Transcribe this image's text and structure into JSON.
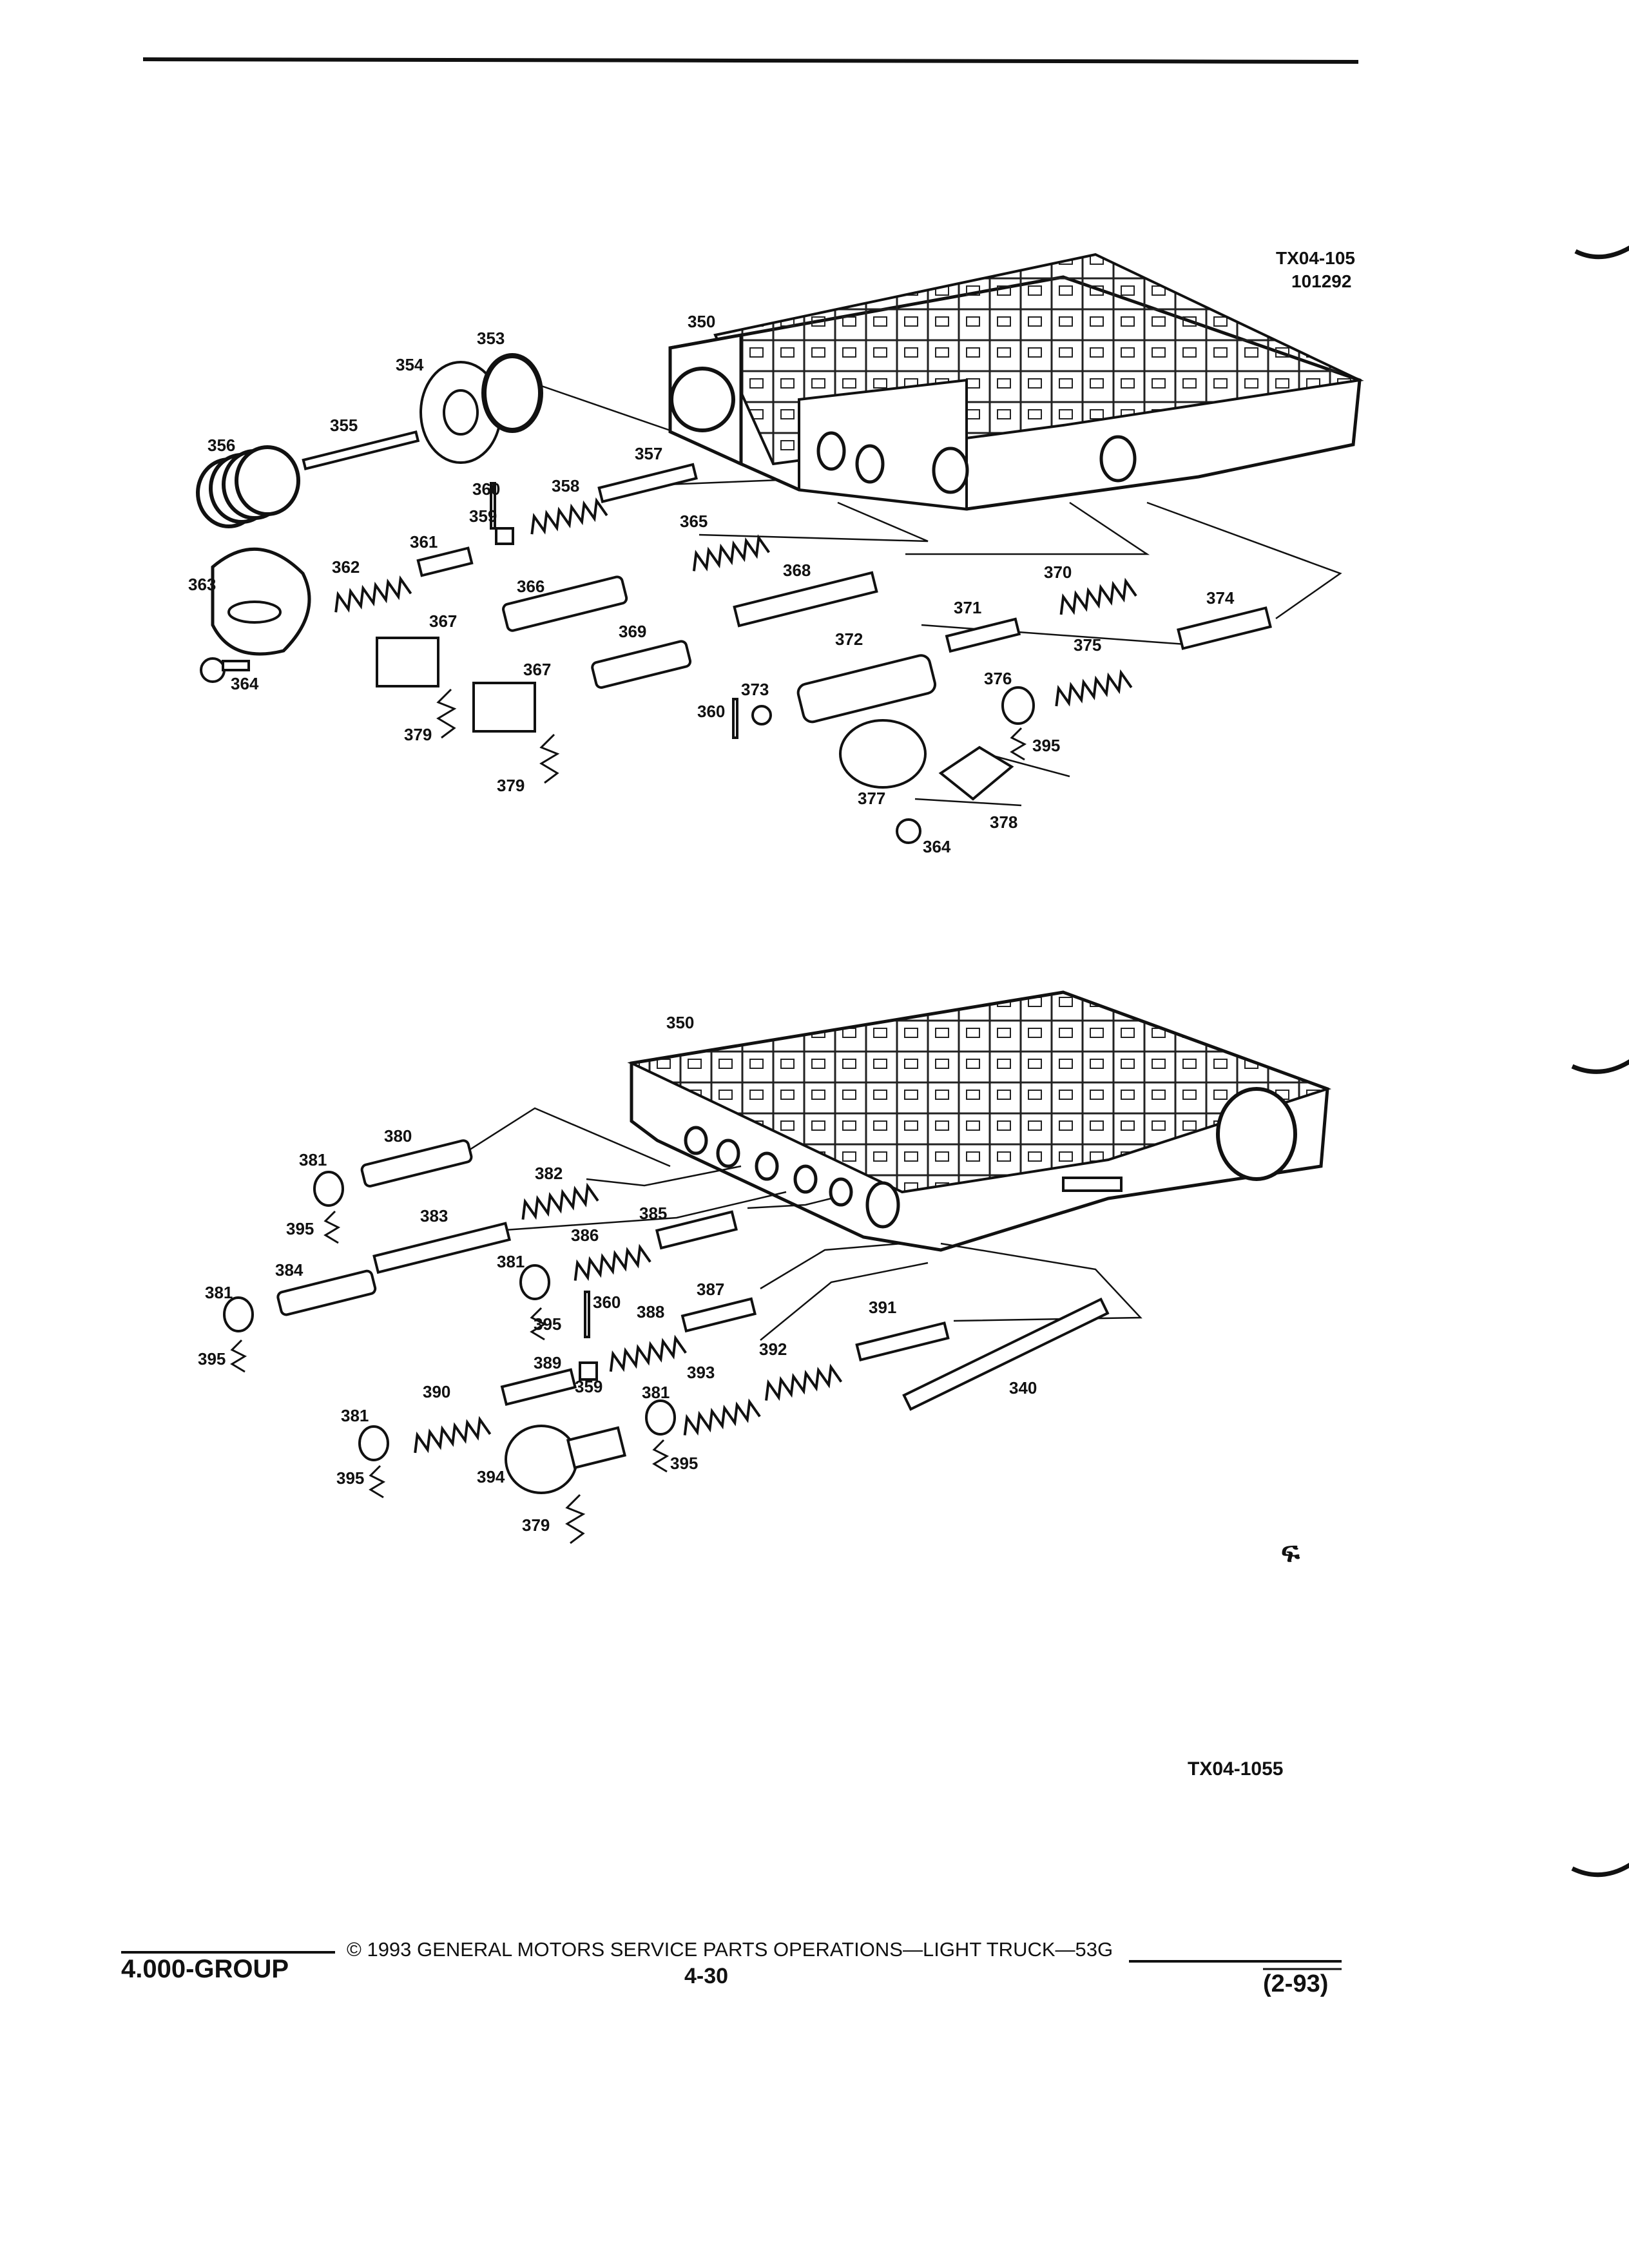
{
  "header": {
    "figure_id_top": "TX04-105",
    "figure_date_top": "101292"
  },
  "figure_bottom": {
    "figure_id": "TX04-1055"
  },
  "mark": {
    "glyph": "ፍ"
  },
  "footer": {
    "group": "4.000-GROUP",
    "copyright": "© 1993  GENERAL MOTORS SERVICE PARTS OPERATIONS—LIGHT TRUCK—53G",
    "page_number": "4-30",
    "revision": "(2-93)"
  },
  "top_parts": [
    {
      "id": "tp350",
      "label": "350"
    },
    {
      "id": "tp353",
      "label": "353"
    },
    {
      "id": "tp354",
      "label": "354"
    },
    {
      "id": "tp355",
      "label": "355"
    },
    {
      "id": "tp356",
      "label": "356"
    },
    {
      "id": "tp357",
      "label": "357"
    },
    {
      "id": "tp358",
      "label": "358"
    },
    {
      "id": "tp360a",
      "label": "360"
    },
    {
      "id": "tp359",
      "label": "359"
    },
    {
      "id": "tp365",
      "label": "365"
    },
    {
      "id": "tp361",
      "label": "361"
    },
    {
      "id": "tp362",
      "label": "362"
    },
    {
      "id": "tp363",
      "label": "363"
    },
    {
      "id": "tp366",
      "label": "366"
    },
    {
      "id": "tp368",
      "label": "368"
    },
    {
      "id": "tp370",
      "label": "370"
    },
    {
      "id": "tp367a",
      "label": "367"
    },
    {
      "id": "tp371",
      "label": "371"
    },
    {
      "id": "tp374",
      "label": "374"
    },
    {
      "id": "tp369",
      "label": "369"
    },
    {
      "id": "tp372",
      "label": "372"
    },
    {
      "id": "tp375",
      "label": "375"
    },
    {
      "id": "tp364a",
      "label": "364"
    },
    {
      "id": "tp367b",
      "label": "367"
    },
    {
      "id": "tp373",
      "label": "373"
    },
    {
      "id": "tp376",
      "label": "376"
    },
    {
      "id": "tp360b",
      "label": "360"
    },
    {
      "id": "tp379a",
      "label": "379"
    },
    {
      "id": "tp395a",
      "label": "395"
    },
    {
      "id": "tp379b",
      "label": "379"
    },
    {
      "id": "tp377",
      "label": "377"
    },
    {
      "id": "tp378",
      "label": "378"
    },
    {
      "id": "tp364b",
      "label": "364"
    }
  ],
  "bottom_parts": [
    {
      "id": "bp350",
      "label": "350"
    },
    {
      "id": "bp380",
      "label": "380"
    },
    {
      "id": "bp381a",
      "label": "381"
    },
    {
      "id": "bp382",
      "label": "382"
    },
    {
      "id": "bp395a",
      "label": "395"
    },
    {
      "id": "bp383",
      "label": "383"
    },
    {
      "id": "bp385",
      "label": "385"
    },
    {
      "id": "bp386",
      "label": "386"
    },
    {
      "id": "bp384",
      "label": "384"
    },
    {
      "id": "bp381b",
      "label": "381"
    },
    {
      "id": "bp381c",
      "label": "381"
    },
    {
      "id": "bp387",
      "label": "387"
    },
    {
      "id": "bp360",
      "label": "360"
    },
    {
      "id": "bp388",
      "label": "388"
    },
    {
      "id": "bp391",
      "label": "391"
    },
    {
      "id": "bp395b",
      "label": "395"
    },
    {
      "id": "bp395c",
      "label": "395"
    },
    {
      "id": "bp392",
      "label": "392"
    },
    {
      "id": "bp389",
      "label": "389"
    },
    {
      "id": "bp393",
      "label": "393"
    },
    {
      "id": "bp359",
      "label": "359"
    },
    {
      "id": "bp390",
      "label": "390"
    },
    {
      "id": "bp381d",
      "label": "381"
    },
    {
      "id": "bp381e",
      "label": "381"
    },
    {
      "id": "bp340",
      "label": "340"
    },
    {
      "id": "bp395d",
      "label": "395"
    },
    {
      "id": "bp394",
      "label": "394"
    },
    {
      "id": "bp395e",
      "label": "395"
    },
    {
      "id": "bp379",
      "label": "379"
    }
  ]
}
